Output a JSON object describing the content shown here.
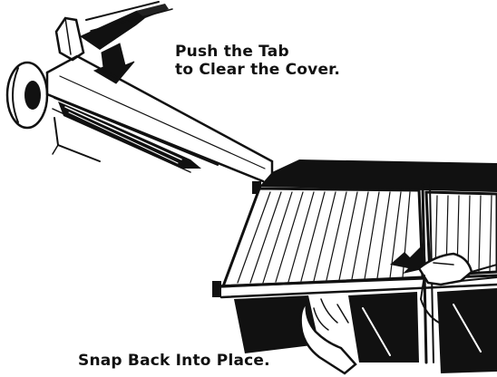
{
  "captions": {
    "push_line1": "Push the Tab",
    "push_line2": "to Clear the Cover.",
    "snap": "Snap Back Into Place."
  },
  "colors": {
    "ink": "#111111",
    "paper": "#ffffff"
  }
}
